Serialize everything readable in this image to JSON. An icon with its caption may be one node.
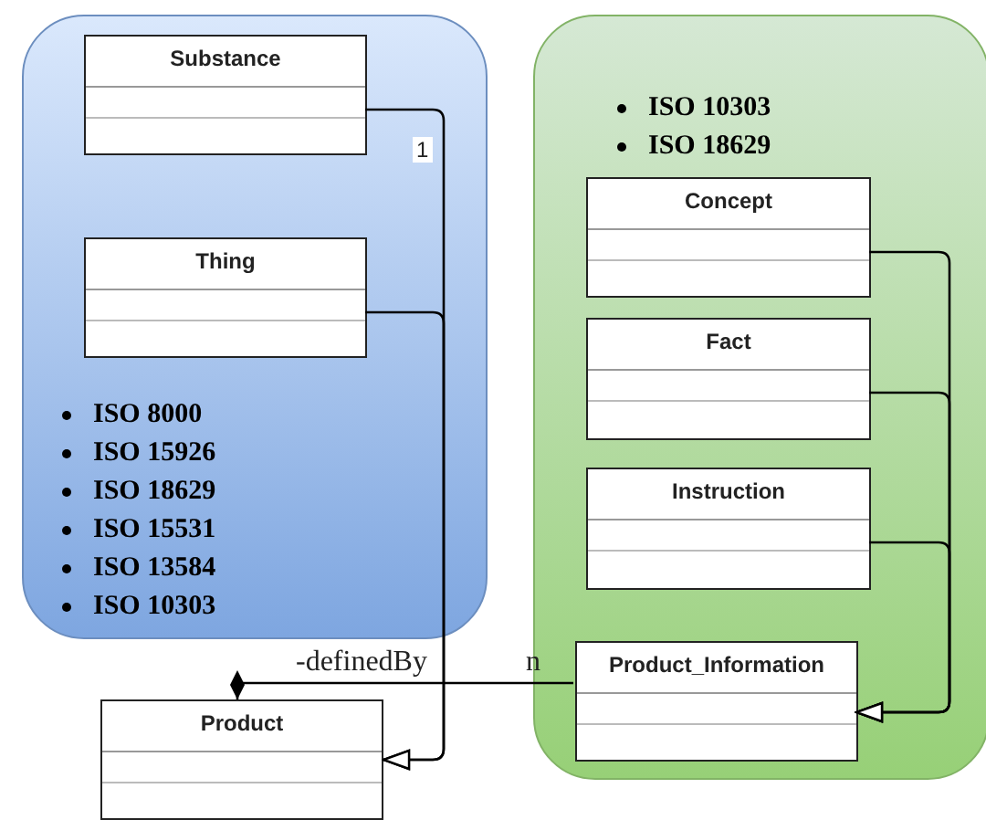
{
  "diagram": {
    "nodes": [
      {
        "text": [
          "ISO 8000",
          "ISO 15926",
          "ISO 18629",
          "ISO 15531",
          "ISO 13584",
          "ISO 10303"
        ]
      },
      {
        "text": [
          "Substance"
        ],
        "in": 0
      },
      {
        "text": [
          "Thing"
        ],
        "in": 0
      },
      {
        "text": [
          "ISO 10303",
          "ISO 18629"
        ]
      },
      {
        "text": [
          "Concept"
        ],
        "in": 3
      },
      {
        "text": [
          "Fact"
        ],
        "in": 3
      },
      {
        "text": [
          "Instruction"
        ],
        "in": 3
      },
      {
        "text": [
          "Product_Information"
        ],
        "in": 3
      },
      {
        "text": [
          "Product"
        ]
      }
    ],
    "edges": [
      {
        "from": 1,
        "to": 8,
        "arrow": "to"
      },
      {
        "from": 2,
        "to": 8,
        "arrow": "to"
      },
      {
        "from": 4,
        "to": 7,
        "arrow": "to"
      },
      {
        "from": 5,
        "to": 7,
        "arrow": "to"
      },
      {
        "from": 6,
        "to": 7,
        "arrow": "to"
      },
      {
        "from": 7,
        "to": 8,
        "arrow": "other",
        "label": "-definedBy"
      }
    ],
    "labels": [
      "1",
      "n"
    ]
  }
}
